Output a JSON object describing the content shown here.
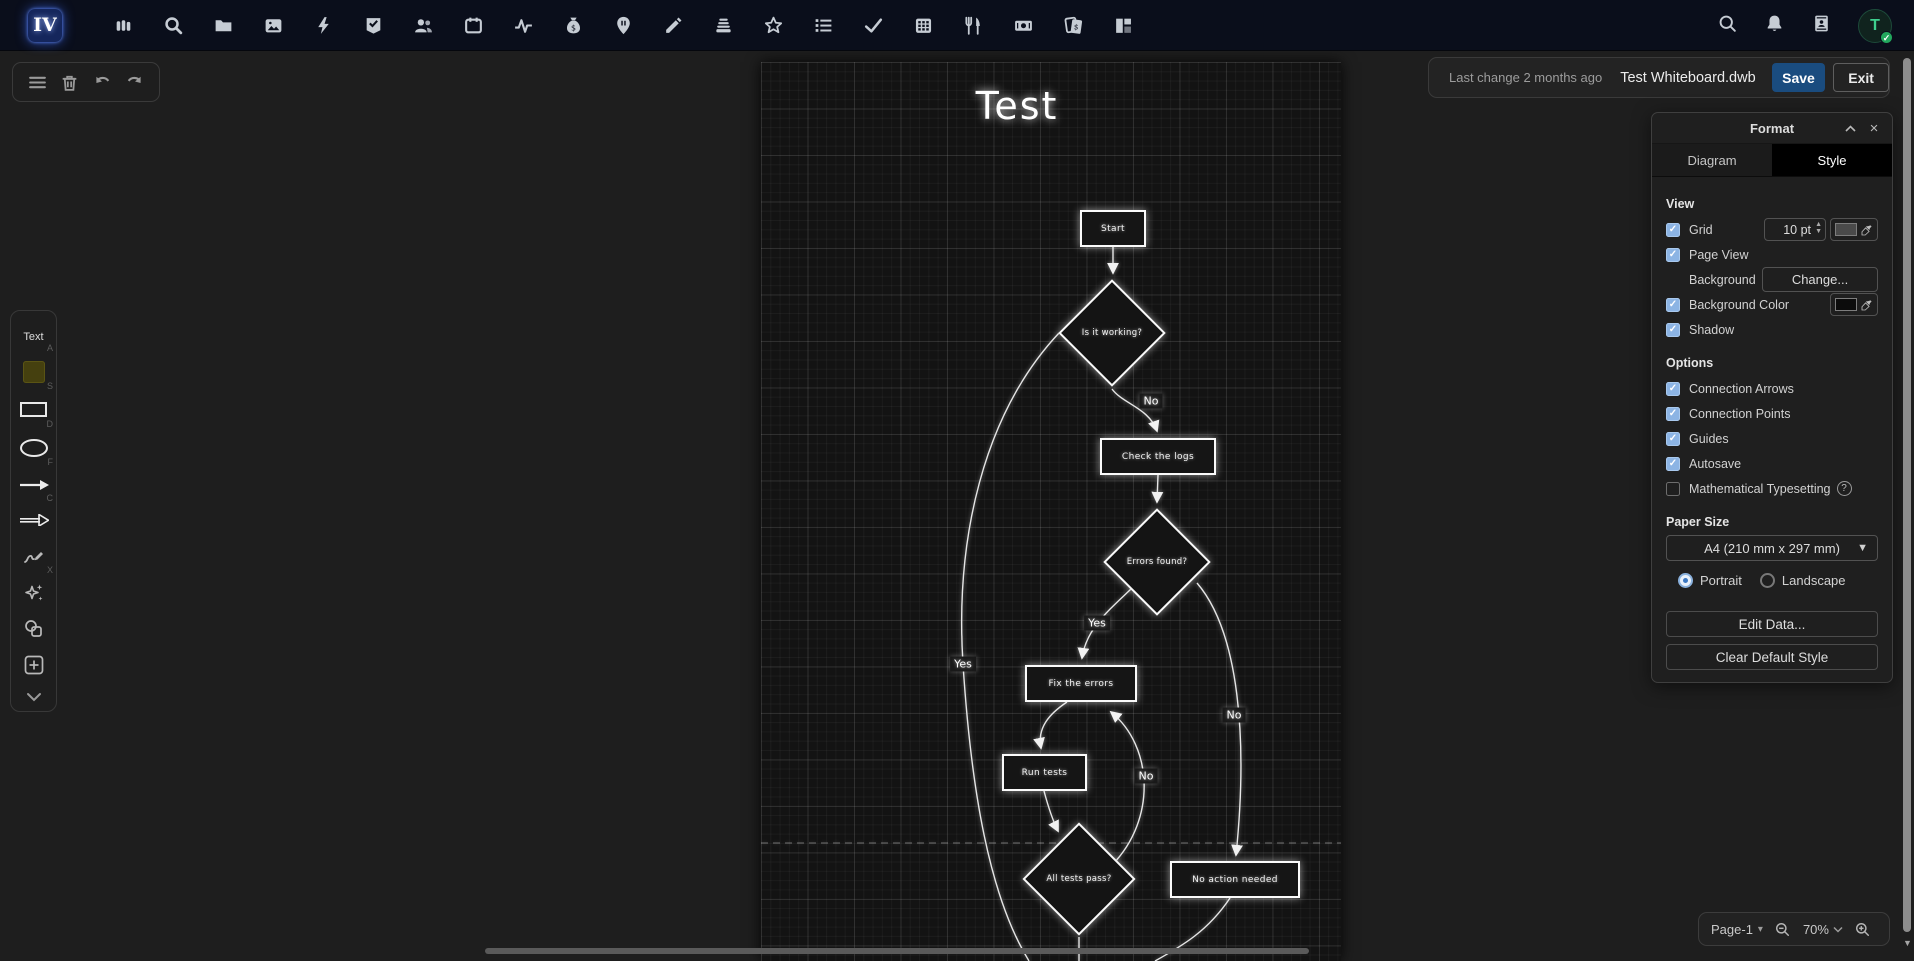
{
  "topbar": {
    "logo_text": "IV",
    "nav_icons": [
      "stats",
      "search",
      "folder",
      "image",
      "lightning",
      "tasks",
      "people",
      "calendar",
      "activity",
      "money-bag",
      "location",
      "pencil",
      "layers",
      "star",
      "list",
      "check",
      "grid",
      "restaurant",
      "cash",
      "cards",
      "kanban"
    ],
    "right_icons": [
      "search",
      "notifications",
      "contacts"
    ],
    "avatar_initial": "T"
  },
  "editor_toolbar": {
    "icons": [
      "menu",
      "delete",
      "undo",
      "redo"
    ]
  },
  "shape_tools": {
    "text_label": "Text",
    "shortcuts": {
      "text": "A",
      "sticky": "S",
      "rectangle": "D",
      "ellipse": "F",
      "arrow": "C",
      "freehand": "X"
    }
  },
  "header": {
    "last_change": "Last change 2 months ago",
    "filename": "Test Whiteboard.dwb",
    "save_label": "Save",
    "exit_label": "Exit"
  },
  "format_panel": {
    "title": "Format",
    "tabs": [
      {
        "label": "Diagram",
        "active": false
      },
      {
        "label": "Style",
        "active": true
      }
    ],
    "view": {
      "heading": "View",
      "grid": {
        "label": "Grid",
        "checked": true,
        "value": "10 pt",
        "swatch_color": "#4a4a4a"
      },
      "page_view": {
        "label": "Page View",
        "checked": true
      },
      "background": {
        "label": "Background",
        "button": "Change..."
      },
      "background_color": {
        "label": "Background Color",
        "checked": true,
        "swatch_color": "#0c0c0c"
      },
      "shadow": {
        "label": "Shadow",
        "checked": true
      }
    },
    "options": {
      "heading": "Options",
      "items": [
        {
          "label": "Connection Arrows",
          "checked": true
        },
        {
          "label": "Connection Points",
          "checked": true
        },
        {
          "label": "Guides",
          "checked": true
        },
        {
          "label": "Autosave",
          "checked": true
        },
        {
          "label": "Mathematical Typesetting",
          "checked": false,
          "help": "?"
        }
      ]
    },
    "paper": {
      "heading": "Paper Size",
      "size_value": "A4 (210 mm x 297 mm)",
      "orientation": {
        "portrait": "Portrait",
        "landscape": "Landscape",
        "selected": "Portrait"
      },
      "edit_data_label": "Edit Data...",
      "clear_style_label": "Clear Default Style"
    }
  },
  "canvas": {
    "title": "Test",
    "diagram": {
      "nodes": [
        {
          "id": "start",
          "type": "process",
          "label": "Start"
        },
        {
          "id": "is-it-working",
          "type": "decision",
          "label": "Is it working?"
        },
        {
          "id": "check-logs",
          "type": "process",
          "label": "Check the logs"
        },
        {
          "id": "errors-found",
          "type": "decision",
          "label": "Errors found?"
        },
        {
          "id": "fix-errors",
          "type": "process",
          "label": "Fix the errors"
        },
        {
          "id": "run-tests",
          "type": "process",
          "label": "Run tests"
        },
        {
          "id": "all-tests-pass",
          "type": "decision",
          "label": "All tests pass?"
        },
        {
          "id": "no-action",
          "type": "process",
          "label": "No action needed"
        }
      ],
      "edge_labels": [
        {
          "id": "no-working",
          "label": "No"
        },
        {
          "id": "yes-errors",
          "label": "Yes"
        },
        {
          "id": "no-errors",
          "label": "No"
        },
        {
          "id": "yes-working",
          "label": "Yes"
        },
        {
          "id": "no-tests",
          "label": "No"
        }
      ]
    }
  },
  "statusbar": {
    "page_label": "Page-1",
    "zoom_level": "70%"
  }
}
